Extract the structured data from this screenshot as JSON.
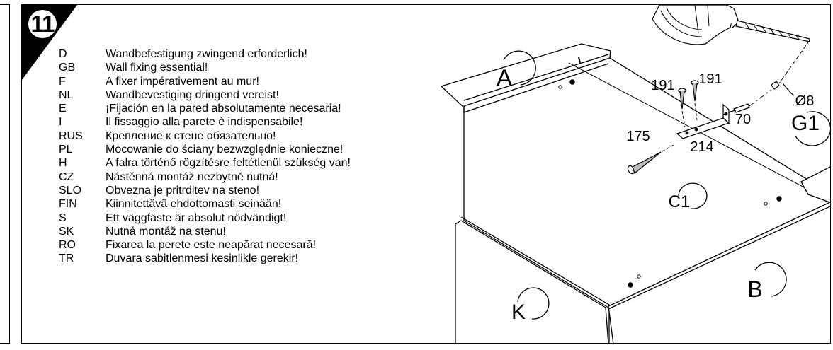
{
  "step": {
    "number": "11"
  },
  "instructions": [
    {
      "code": "D",
      "text": "Wandbefestigung zwingend erforderlich!"
    },
    {
      "code": "GB",
      "text": "Wall fixing essential!"
    },
    {
      "code": "F",
      "text": "A fixer impérativement au mur!"
    },
    {
      "code": "NL",
      "text": "Wandbevestiging dringend vereist!"
    },
    {
      "code": "E",
      "text": "¡Fijación en la pared absolutamente necesaria!"
    },
    {
      "code": "I",
      "text": "Il fissaggio alla parete è indispensabile!"
    },
    {
      "code": "RUS",
      "text": "Крепление к стене обязательно!"
    },
    {
      "code": "PL",
      "text": "Mocowanie do ściany bezwzględnie konieczne!"
    },
    {
      "code": "H",
      "text": "A falra történő rögzítésre feltétlenül szükség van!"
    },
    {
      "code": "CZ",
      "text": "Nástěnná montáž nezbytně nutná!"
    },
    {
      "code": "SLO",
      "text": "Obvezna je pritrditev na steno!"
    },
    {
      "code": "FIN",
      "text": "Kiinnitettävä ehdottomasti seinään!"
    },
    {
      "code": "S",
      "text": "Ett väggfäste är absolut nödvändigt!"
    },
    {
      "code": "SK",
      "text": "Nutná montáž na stenu!"
    },
    {
      "code": "RO",
      "text": "Fixarea la perete este neapărat necesară!"
    },
    {
      "code": "TR",
      "text": "Duvara sabitlenmesi kesinlikle gerekir!"
    }
  ],
  "diagram": {
    "panels": {
      "a": "A",
      "b": "B",
      "c1": "C1",
      "g1": "G1",
      "k": "K"
    },
    "parts": {
      "screw_left": "191",
      "screw_right": "191",
      "dowel": "70",
      "long_screw": "175",
      "bracket": "214",
      "drill_bit": "Ø8"
    }
  }
}
